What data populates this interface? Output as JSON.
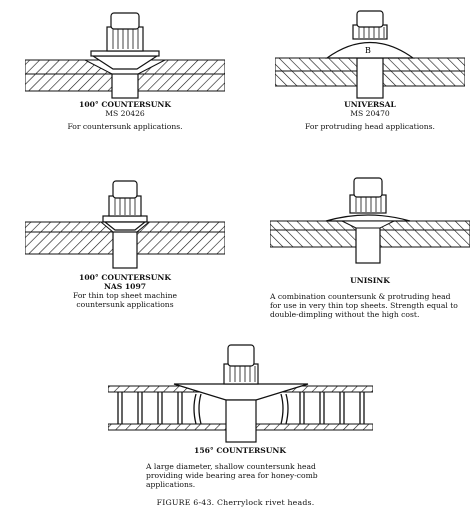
{
  "figure_caption": "FIGURE 6-43. Cherrylock rivet heads.",
  "panels": [
    {
      "title": "100° COUNTERSUNK",
      "spec": "MS 20426",
      "description": "For countersunk applications."
    },
    {
      "title": "UNIVERSAL",
      "spec": "MS 20470",
      "description": "For protruding head applications.",
      "head_mark": "B"
    },
    {
      "title": "100° COUNTERSUNK",
      "spec": "NAS 1097",
      "description_lines": [
        "For thin top sheet machine",
        "countersunk applications"
      ]
    },
    {
      "title": "UNISINK",
      "description_lines": [
        "A combination countersunk & protruding head",
        "for use in very thin top sheets. Strength equal to",
        "double-dimpling without the high cost."
      ]
    },
    {
      "title": "156° COUNTERSUNK",
      "description_lines": [
        "A large diameter, shallow countersunk head",
        "providing wide bearing area for honey-comb",
        "applications."
      ]
    }
  ]
}
